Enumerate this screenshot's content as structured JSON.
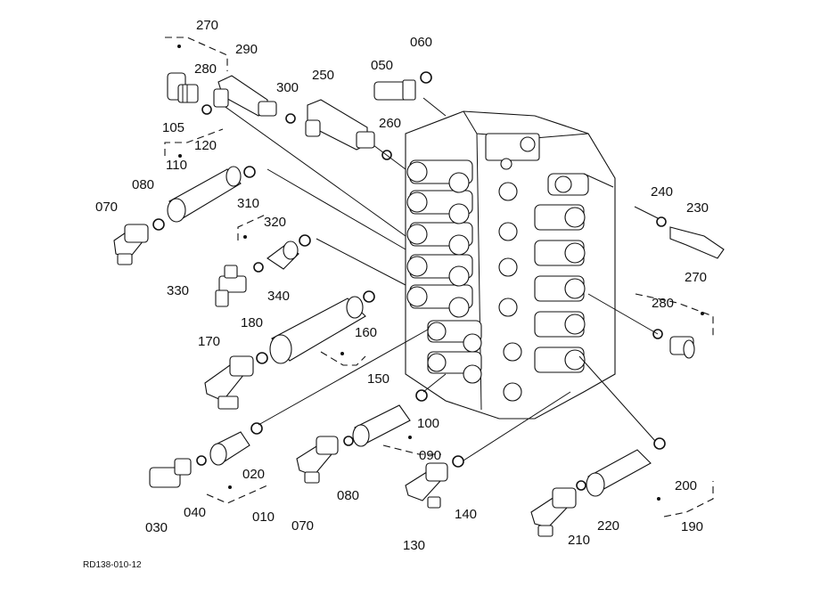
{
  "drawing_code": "RD138-010-12",
  "callouts": [
    "270",
    "290",
    "060",
    "050",
    "280",
    "300",
    "250",
    "260",
    "105",
    "120",
    "110",
    "080",
    "070",
    "310",
    "320",
    "330",
    "340",
    "240",
    "230",
    "270",
    "280",
    "170",
    "180",
    "160",
    "150",
    "100",
    "090",
    "020",
    "010",
    "030",
    "040",
    "070",
    "080",
    "130",
    "140",
    "200",
    "220",
    "210",
    "190"
  ]
}
